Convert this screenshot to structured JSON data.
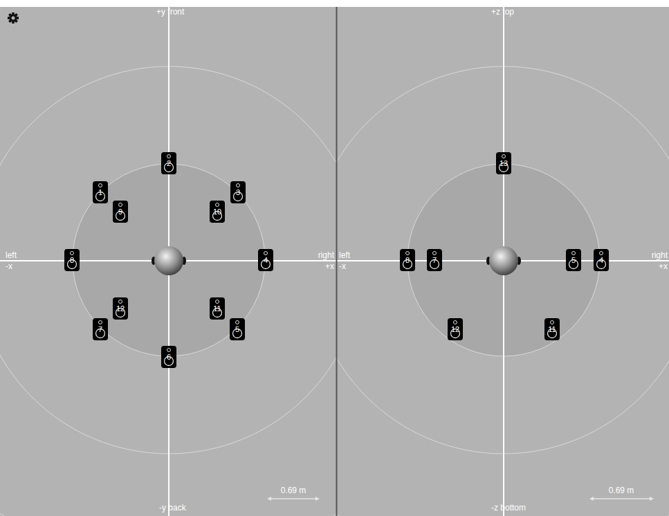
{
  "diagram": {
    "nodes": [
      {
        "text": [
          "1"
        ]
      },
      {
        "text": [
          "2"
        ]
      },
      {
        "text": [
          "3"
        ]
      },
      {
        "text": [
          "4"
        ]
      },
      {
        "text": [
          "5"
        ]
      },
      {
        "text": [
          "6"
        ]
      },
      {
        "text": [
          "7"
        ]
      },
      {
        "text": [
          "8"
        ]
      },
      {
        "text": [
          "9"
        ]
      },
      {
        "text": [
          "10"
        ]
      },
      {
        "text": [
          "11"
        ]
      },
      {
        "text": [
          "12"
        ]
      },
      {
        "text": [
          "13"
        ]
      },
      {
        "text": [
          "8"
        ]
      },
      {
        "text": [
          "7"
        ]
      },
      {
        "text": [
          "5"
        ]
      },
      {
        "text": [
          "4"
        ]
      },
      {
        "text": [
          "12"
        ]
      },
      {
        "text": [
          "11"
        ]
      }
    ],
    "labels": [
      "+y front",
      "-y back",
      "left",
      "-x",
      "right",
      "+x",
      "+z top",
      "-z bottom",
      "left",
      "-x",
      "right",
      "+x",
      "0.69 m",
      "0.69 m"
    ]
  }
}
